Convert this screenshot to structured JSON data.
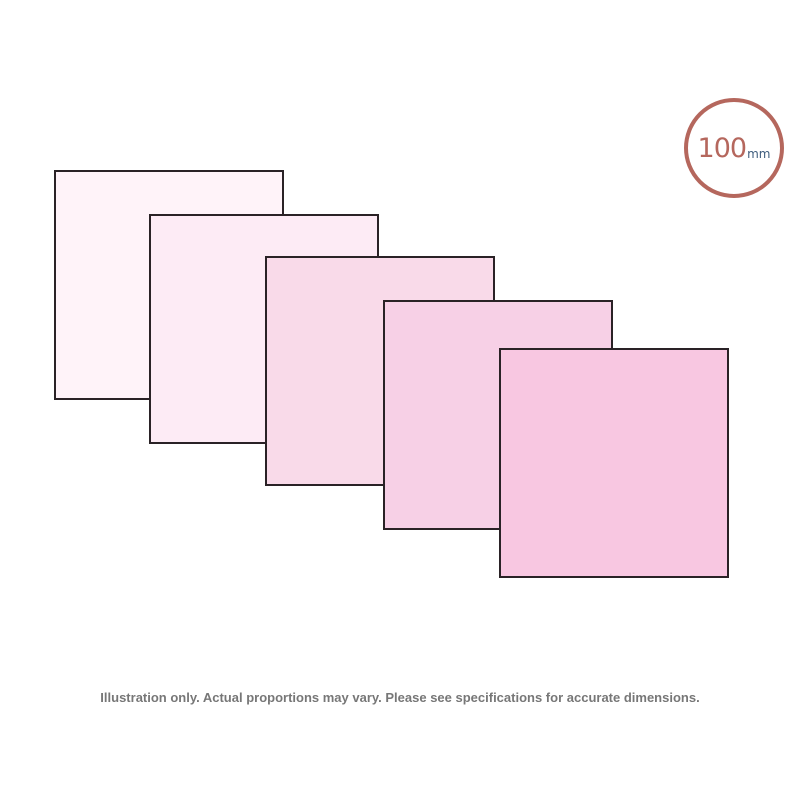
{
  "badge": {
    "value": "100",
    "unit": "mm",
    "ring_color": "#b5675d",
    "value_color": "#b5675d",
    "unit_color": "#3f5d7d"
  },
  "swatches": [
    {
      "color": "#fff3f9"
    },
    {
      "color": "#fdebf5"
    },
    {
      "color": "#f9dae9"
    },
    {
      "color": "#f7d0e6"
    },
    {
      "color": "#f8c7e1"
    }
  ],
  "outline_color": "#2a2226",
  "disclaimer": "Illustration only. Actual proportions may vary. Please see specifications for accurate dimensions."
}
